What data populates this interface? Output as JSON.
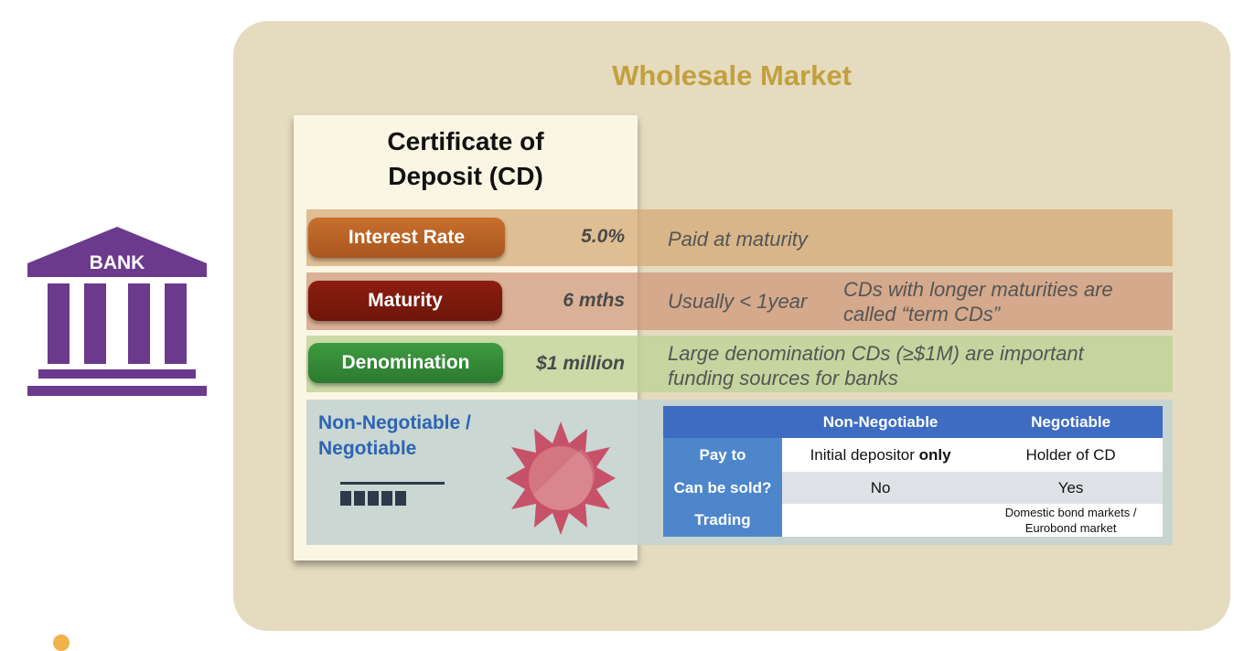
{
  "market": {
    "title": "Wholesale Market"
  },
  "bank": {
    "label": "BANK",
    "color": "#6b3a8c"
  },
  "cd": {
    "title_line1": "Certificate of",
    "title_line2": "Deposit (CD)",
    "rows": [
      {
        "label": "Interest Rate",
        "value": "5.0%",
        "desc": "Paid at maturity",
        "color": "#b85f24"
      },
      {
        "label": "Maturity",
        "value": "6 mths",
        "desc": "Usually < 1year",
        "extra_line1": "CDs with longer maturities are",
        "extra_line2": "called “term CDs”",
        "color": "#7d1a0d"
      },
      {
        "label": "Denomination",
        "value": "$1 million",
        "desc_line1": "Large denomination CDs (≥$1M) are important",
        "desc_line2": "funding sources for banks",
        "color": "#358a37"
      }
    ],
    "negotiable": {
      "label_line1": "Non-Negotiable /",
      "label_line2": "Negotiable"
    }
  },
  "comparison": {
    "headers": [
      "",
      "Non-Negotiable",
      "Negotiable"
    ],
    "rows": [
      {
        "head": "Pay to",
        "non_neg_prefix": "Initial depositor ",
        "non_neg_bold": "only",
        "neg": "Holder of CD"
      },
      {
        "head": "Can be sold?",
        "non_neg": "No",
        "neg": "Yes"
      },
      {
        "head": "Trading",
        "non_neg": "",
        "neg_line1": "Domestic bond markets /",
        "neg_line2": "Eurobond market"
      }
    ]
  }
}
